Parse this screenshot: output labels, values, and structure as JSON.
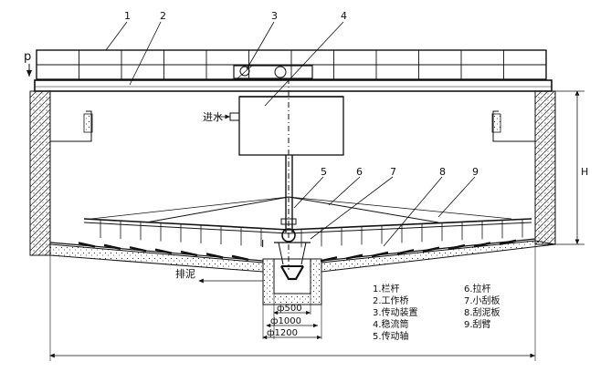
{
  "callouts": [
    "1",
    "2",
    "3",
    "4",
    "5",
    "6",
    "7",
    "8",
    "9"
  ],
  "labels": {
    "p": "p",
    "inlet": "进水",
    "sludge": "排泥",
    "height": "H",
    "section_mark": "I"
  },
  "dimensions": {
    "d500": "ф500",
    "d1000": "ф1000",
    "d1200": "ф1200"
  },
  "legend": {
    "left": [
      "1.栏杆",
      "2.工作桥",
      "3.传动装置",
      "4.稳流筒",
      "5.传动轴"
    ],
    "right": [
      "6.拉杆",
      "7.小刮板",
      "8.刮泥板",
      "9.刮臂"
    ]
  },
  "colors": {
    "line": "#111111",
    "hatch": "#333333",
    "paper": "#ffffff"
  }
}
